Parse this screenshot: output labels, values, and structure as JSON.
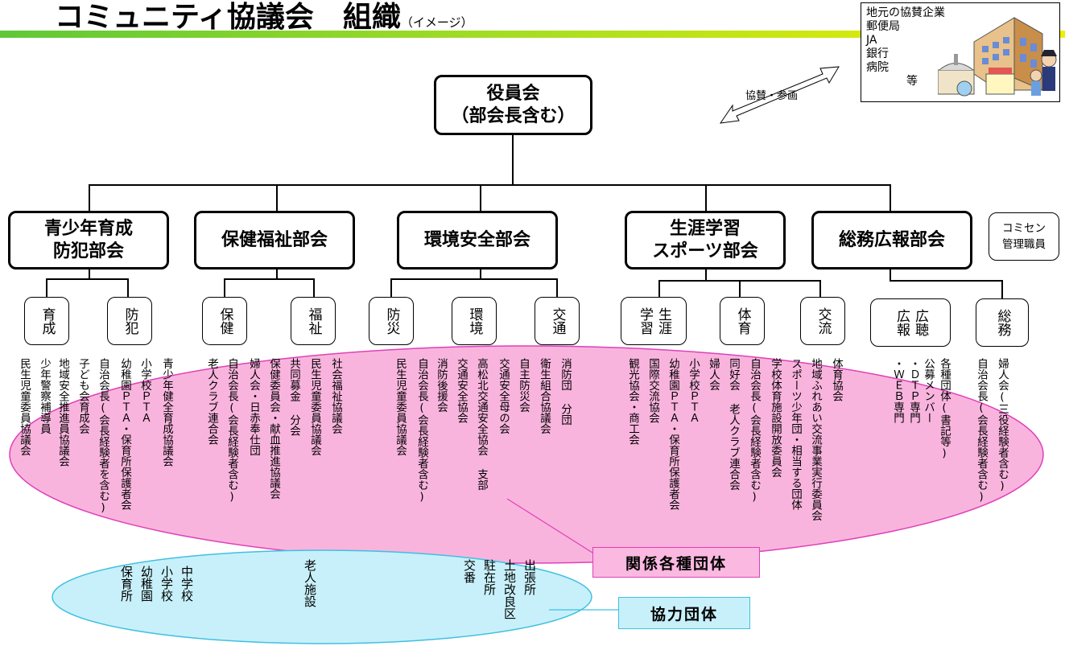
{
  "title": {
    "main": "コミュニティ協議会　組織",
    "note": "（イメージ）"
  },
  "colors": {
    "title_bar_start": "#5fc837",
    "title_bar_end": "#e8f000",
    "related_ellipse": "#f9b4de",
    "related_ellipse_stroke": "#e040b8",
    "coop_ellipse": "#c8f0fa",
    "coop_ellipse_stroke": "#40c0e0"
  },
  "sponsor": {
    "lines": [
      "地元の協賛企業",
      "郵便局",
      "JA",
      "銀行",
      "病院",
      "等"
    ],
    "link_label": "協賛・参画"
  },
  "executive": {
    "line1": "役員会",
    "line2": "（部会長含む）"
  },
  "departments": [
    {
      "name_lines": [
        "青少年育成",
        "防犯部会"
      ]
    },
    {
      "name_lines": [
        "保健福祉部会"
      ]
    },
    {
      "name_lines": [
        "環境安全部会"
      ]
    },
    {
      "name_lines": [
        "生涯学習",
        "スポーツ部会"
      ]
    },
    {
      "name_lines": [
        "総務広報部会"
      ]
    }
  ],
  "staff_box": {
    "line1": "コミセン",
    "line2": "管理職員"
  },
  "subgroups": [
    {
      "cols": [
        "育成"
      ]
    },
    {
      "cols": [
        "防犯"
      ]
    },
    {
      "cols": [
        "保健"
      ]
    },
    {
      "cols": [
        "福祉"
      ]
    },
    {
      "cols": [
        "防災"
      ]
    },
    {
      "cols": [
        "環境"
      ]
    },
    {
      "cols": [
        "交通"
      ]
    },
    {
      "cols": [
        "生涯",
        "学習"
      ]
    },
    {
      "cols": [
        "体育"
      ]
    },
    {
      "cols": [
        "交流"
      ]
    },
    {
      "cols": [
        "広聴",
        "広報"
      ]
    },
    {
      "cols": [
        "総務"
      ]
    }
  ],
  "related_items": [
    "民生児童委員協議会",
    "少年警察補導員",
    "地域安全推進員協議会",
    "子ども会育成会",
    "自治会長(会長経験者を含む)",
    "幼稚園ＰＴＡ・保育所保護者会",
    "小学校ＰＴＡ",
    "青少年健全育成協議会",
    "老人クラブ連合会",
    "自治会長(会長経験者含む)",
    "婦人会・日赤奉仕団",
    "保健委員会・献血推進協議会",
    "共同募金 分会",
    "民生児童委員協議会",
    "社会福祉協議会",
    "民生児童委員協議会",
    "自治会長(会長経験者含む)",
    "消防後援会",
    "交通安全協会",
    "高松北交通安全協会 支部",
    "交通安全母の会",
    "自主防災会",
    "衛生組合協議会",
    "消防団 分団",
    "観光協会・商工会",
    "国際交流協会",
    "幼稚園ＰＴＡ・保育所保護者会",
    "小学校ＰＴＡ",
    "婦人会",
    "同好会 老人クラブ連合会",
    "自治会長(会長経験者含む)",
    "学校体育施設開放委員会",
    "スポーツ少年団・相当する団体",
    "地域ふれあい交流事業実行委員会",
    "体育協会",
    "・ＷＥＢ専門",
    "・ＤＴＰ専門",
    "公募メンバー",
    "各種団体(書記等)",
    "自治会長(会長経験者含む)",
    "婦人会(三役経験者含む)"
  ],
  "related_label": "関係各種団体",
  "coop_items": [
    "保育所",
    "幼稚園",
    "小学校",
    "中学校",
    "老人施設",
    "交番",
    "駐在所",
    "土地改良区",
    "出張所"
  ],
  "coop_label": "協力団体"
}
